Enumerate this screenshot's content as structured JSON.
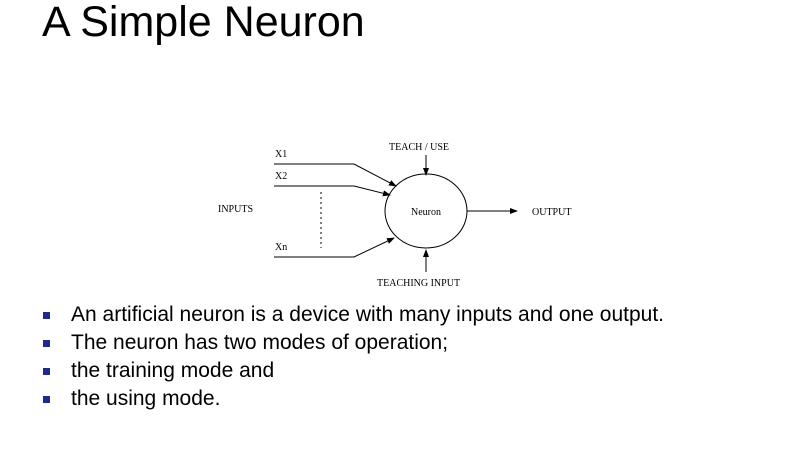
{
  "slide": {
    "title": "A Simple Neuron"
  },
  "diagram": {
    "inputs_label": "INPUTS",
    "input_labels": [
      "X1",
      "X2",
      "Xn"
    ],
    "teach_use_label": "TEACH / USE",
    "neuron_label": "Neuron",
    "output_label": "OUTPUT",
    "teaching_input_label": "TEACHING INPUT"
  },
  "bullets": [
    "An artificial neuron is a device with many inputs and one output.",
    "The neuron has two modes of operation;",
    "the training mode and",
    "the using mode."
  ],
  "colors": {
    "bullet": "#1f2a8a",
    "text": "#000000"
  }
}
